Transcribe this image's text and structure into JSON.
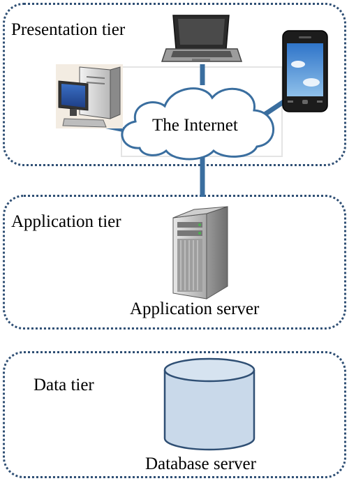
{
  "tiers": {
    "presentation": {
      "title": "Presentation tier"
    },
    "application": {
      "title": "Application tier"
    },
    "data": {
      "title": "Data tier"
    }
  },
  "nodes": {
    "internet": {
      "label": "The Internet"
    },
    "application_server": {
      "label": "Application server"
    },
    "database_server": {
      "label": "Database server"
    }
  },
  "icons": {
    "desktop": "desktop-computer-icon",
    "laptop": "laptop-icon",
    "phone": "smartphone-icon",
    "cloud": "cloud-icon",
    "server": "server-tower-icon",
    "database": "database-cylinder-icon"
  },
  "colors": {
    "border": "#2f4f74",
    "connector": "#3a6e9f",
    "cloud_stroke": "#3a6e9f",
    "database_fill": "#c9d9ea",
    "database_stroke": "#2f4f74"
  }
}
